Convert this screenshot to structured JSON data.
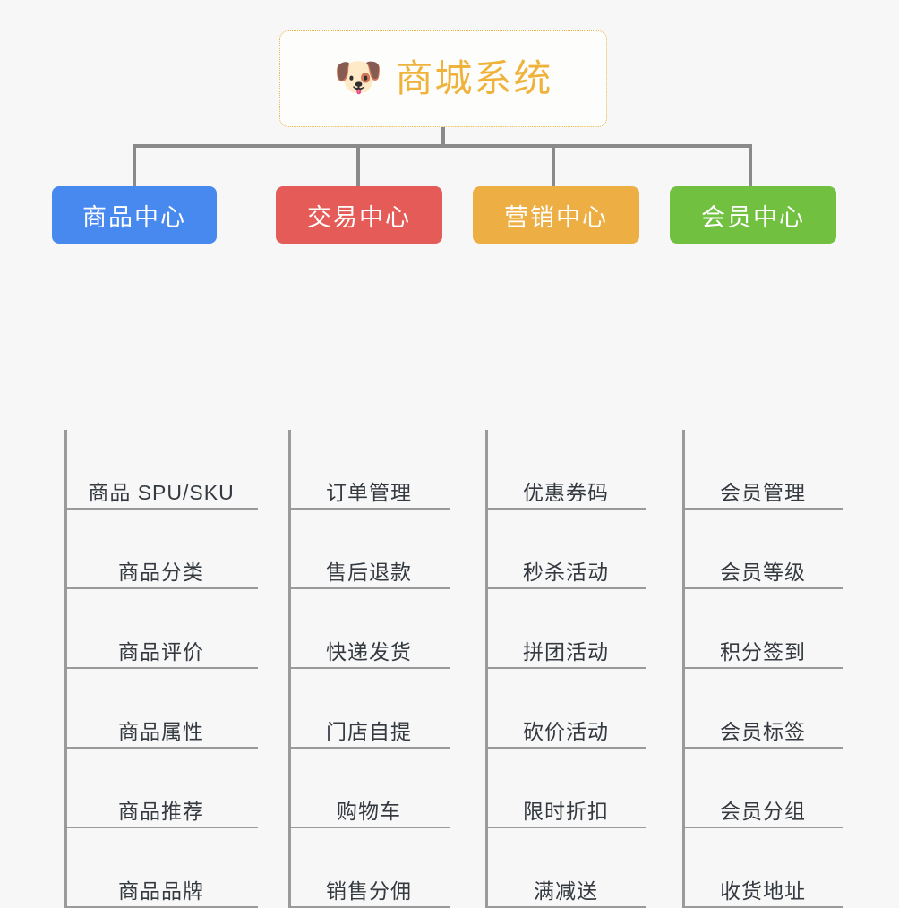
{
  "canvas": {
    "background_color": "#f7f7f7",
    "connector_color": "#8a8a8a",
    "leaf_line_color": "#9a9a9a"
  },
  "root": {
    "icon": "shiba-dog-face-emoji",
    "icon_glyph": "🐶",
    "label": "商城系统",
    "text_color": "#efb33c",
    "border_color": "#e8b444",
    "background_color": "#fdfdfb"
  },
  "categories": [
    {
      "label": "商品中心",
      "color": "#4889f0",
      "items": [
        {
          "label": "商品 SPU/SKU"
        },
        {
          "label": "商品分类"
        },
        {
          "label": "商品评价"
        },
        {
          "label": "商品属性"
        },
        {
          "label": "商品推荐"
        },
        {
          "label": "商品品牌"
        }
      ]
    },
    {
      "label": "交易中心",
      "color": "#e45b57",
      "items": [
        {
          "label": "订单管理"
        },
        {
          "label": "售后退款"
        },
        {
          "label": "快递发货"
        },
        {
          "label": "门店自提"
        },
        {
          "label": "购物车"
        },
        {
          "label": "销售分佣"
        }
      ]
    },
    {
      "label": "营销中心",
      "color": "#edae43",
      "items": [
        {
          "label": "优惠券码"
        },
        {
          "label": "秒杀活动"
        },
        {
          "label": "拼团活动"
        },
        {
          "label": "砍价活动"
        },
        {
          "label": "限时折扣"
        },
        {
          "label": "满减送"
        }
      ]
    },
    {
      "label": "会员中心",
      "color": "#72c040",
      "items": [
        {
          "label": "会员管理"
        },
        {
          "label": "会员等级"
        },
        {
          "label": "积分签到"
        },
        {
          "label": "会员标签"
        },
        {
          "label": "会员分组"
        },
        {
          "label": "收货地址"
        }
      ]
    }
  ]
}
